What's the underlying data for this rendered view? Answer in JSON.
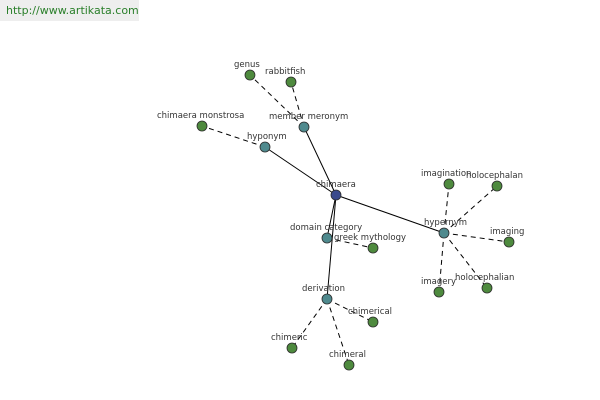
{
  "banner": {
    "url_text": "http://www.artikata.com"
  },
  "colors": {
    "center": "#3a4a8c",
    "relation": "#4f8a8e",
    "leaf": "#4e8a3e",
    "edge": "#000000",
    "url_text": "#2a7f2a"
  },
  "graph": {
    "nodes": [
      {
        "id": "chimaera",
        "label": "chimaera",
        "kind": "center"
      },
      {
        "id": "member-meronym",
        "label": "member meronym",
        "kind": "relation"
      },
      {
        "id": "hyponym",
        "label": "hyponym",
        "kind": "relation"
      },
      {
        "id": "hypernym",
        "label": "hypernym",
        "kind": "relation"
      },
      {
        "id": "domain-category",
        "label": "domain category",
        "kind": "relation"
      },
      {
        "id": "derivation",
        "label": "derivation",
        "kind": "relation"
      },
      {
        "id": "genus",
        "label": "genus",
        "kind": "leaf"
      },
      {
        "id": "rabbitfish",
        "label": "rabbitfish",
        "kind": "leaf"
      },
      {
        "id": "chimaera-monstrosa",
        "label": "chimaera monstrosa",
        "kind": "leaf"
      },
      {
        "id": "imagination",
        "label": "imagination",
        "kind": "leaf"
      },
      {
        "id": "holocephalan",
        "label": "holocephalan",
        "kind": "leaf"
      },
      {
        "id": "imaging",
        "label": "imaging",
        "kind": "leaf"
      },
      {
        "id": "imagery",
        "label": "imagery",
        "kind": "leaf"
      },
      {
        "id": "holocephalian",
        "label": "holocephalian",
        "kind": "leaf"
      },
      {
        "id": "greek-mythology",
        "label": "greek mythology",
        "kind": "leaf"
      },
      {
        "id": "chimerical",
        "label": "chimerical",
        "kind": "leaf"
      },
      {
        "id": "chimeric",
        "label": "chimeric",
        "kind": "leaf"
      },
      {
        "id": "chimeral",
        "label": "chimeral",
        "kind": "leaf"
      }
    ],
    "edges": [
      {
        "from": "chimaera",
        "to": "member-meronym",
        "style": "solid"
      },
      {
        "from": "chimaera",
        "to": "hyponym",
        "style": "solid"
      },
      {
        "from": "chimaera",
        "to": "hypernym",
        "style": "solid"
      },
      {
        "from": "chimaera",
        "to": "domain-category",
        "style": "solid"
      },
      {
        "from": "chimaera",
        "to": "derivation",
        "style": "solid"
      },
      {
        "from": "member-meronym",
        "to": "genus",
        "style": "dashed"
      },
      {
        "from": "member-meronym",
        "to": "rabbitfish",
        "style": "dashed"
      },
      {
        "from": "hyponym",
        "to": "chimaera-monstrosa",
        "style": "dashed"
      },
      {
        "from": "hypernym",
        "to": "imagination",
        "style": "dashed"
      },
      {
        "from": "hypernym",
        "to": "holocephalan",
        "style": "dashed"
      },
      {
        "from": "hypernym",
        "to": "imaging",
        "style": "dashed"
      },
      {
        "from": "hypernym",
        "to": "imagery",
        "style": "dashed"
      },
      {
        "from": "hypernym",
        "to": "holocephalian",
        "style": "dashed"
      },
      {
        "from": "domain-category",
        "to": "greek-mythology",
        "style": "dashed"
      },
      {
        "from": "derivation",
        "to": "chimerical",
        "style": "dashed"
      },
      {
        "from": "derivation",
        "to": "chimeric",
        "style": "dashed"
      },
      {
        "from": "derivation",
        "to": "chimeral",
        "style": "dashed"
      }
    ]
  }
}
